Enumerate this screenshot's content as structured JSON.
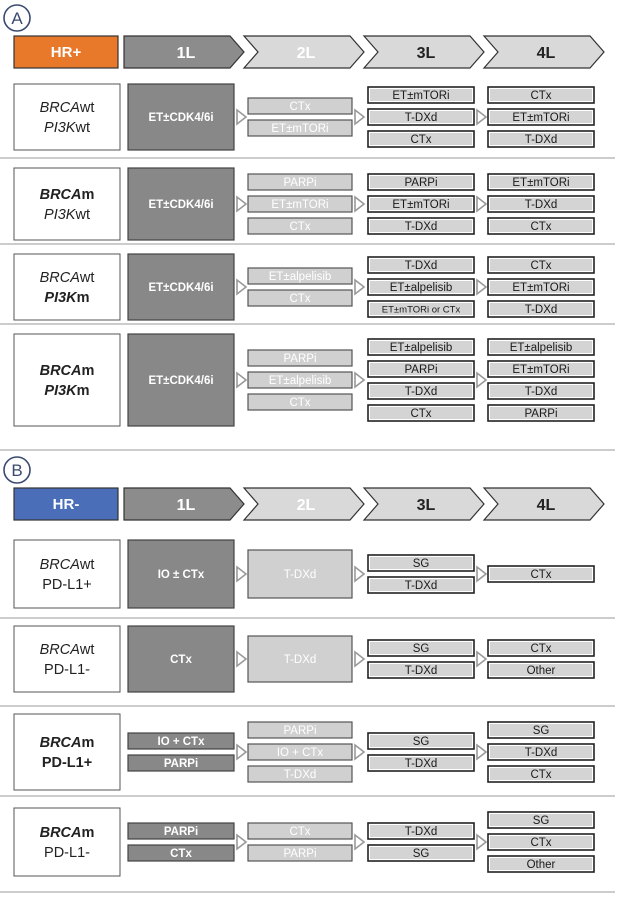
{
  "colors": {
    "hr_pos_header": "#e8782a",
    "hr_neg_header": "#4a6fb8",
    "chevron_1L": "#8c8c8c",
    "chevron_later": "#d9d9d9",
    "box_dark": "#888888",
    "box_mid": "#9a9a9a",
    "box_light": "#d0d0d0",
    "box_light_text": "#ffffff",
    "box_text": "#1a1a1a",
    "divider": "#999999",
    "panel_letter": "#3a4a70"
  },
  "panels": [
    {
      "letter": "A",
      "header": "HR+",
      "lines": [
        "1L",
        "2L",
        "3L",
        "4L"
      ],
      "rows": [
        {
          "label": [
            {
              "text": "BRCA",
              "italic": true,
              "bold": false,
              "suffix": "wt"
            },
            {
              "text": "PI3K",
              "italic": true,
              "bold": false,
              "suffix": "wt"
            }
          ],
          "first_line": [
            {
              "text": "ET±CDK4/6i",
              "style": "dark"
            }
          ],
          "second_line": [
            {
              "text": "CTx",
              "style": "light"
            },
            {
              "text": "ET±mTORi",
              "style": "light"
            }
          ],
          "third_line": [
            {
              "text": "ET±mTORi",
              "style": "grey"
            },
            {
              "text": "T-DXd",
              "style": "grey"
            },
            {
              "text": "CTx",
              "style": "grey"
            }
          ],
          "fourth_line": [
            {
              "text": "CTx",
              "style": "grey"
            },
            {
              "text": "ET±mTORi",
              "style": "grey"
            },
            {
              "text": "T-DXd",
              "style": "grey"
            }
          ]
        },
        {
          "label": [
            {
              "text": "BRCA",
              "italic": true,
              "bold": true,
              "suffix": "m"
            },
            {
              "text": "PI3K",
              "italic": true,
              "bold": false,
              "suffix": "wt"
            }
          ],
          "first_line": [
            {
              "text": "ET±CDK4/6i",
              "style": "dark"
            }
          ],
          "second_line": [
            {
              "text": "PARPi",
              "style": "light"
            },
            {
              "text": "ET±mTORi",
              "style": "light"
            },
            {
              "text": "CTx",
              "style": "light"
            }
          ],
          "third_line": [
            {
              "text": "PARPi",
              "style": "grey"
            },
            {
              "text": "ET±mTORi",
              "style": "grey"
            },
            {
              "text": "T-DXd",
              "style": "grey"
            }
          ],
          "fourth_line": [
            {
              "text": "ET±mTORi",
              "style": "grey"
            },
            {
              "text": "T-DXd",
              "style": "grey"
            },
            {
              "text": "CTx",
              "style": "grey"
            }
          ]
        },
        {
          "label": [
            {
              "text": "BRCA",
              "italic": true,
              "bold": false,
              "suffix": "wt"
            },
            {
              "text": "PI3K",
              "italic": true,
              "bold": true,
              "suffix": "m"
            }
          ],
          "first_line": [
            {
              "text": "ET±CDK4/6i",
              "style": "dark"
            }
          ],
          "second_line": [
            {
              "text": "ET±alpelisib",
              "style": "light"
            },
            {
              "text": "CTx",
              "style": "light"
            }
          ],
          "third_line": [
            {
              "text": "T-DXd",
              "style": "grey"
            },
            {
              "text": "ET±alpelisib",
              "style": "grey"
            },
            {
              "text": "ET±mTORi or CTx",
              "style": "grey"
            }
          ],
          "fourth_line": [
            {
              "text": "CTx",
              "style": "grey"
            },
            {
              "text": "ET±mTORi",
              "style": "grey"
            },
            {
              "text": "T-DXd",
              "style": "grey"
            }
          ]
        },
        {
          "label": [
            {
              "text": "BRCA",
              "italic": true,
              "bold": true,
              "suffix": "m"
            },
            {
              "text": "PI3K",
              "italic": true,
              "bold": true,
              "suffix": "m"
            }
          ],
          "first_line": [
            {
              "text": "ET±CDK4/6i",
              "style": "dark"
            }
          ],
          "second_line": [
            {
              "text": "PARPi",
              "style": "light"
            },
            {
              "text": "ET±alpelisib",
              "style": "light"
            },
            {
              "text": "CTx",
              "style": "light"
            }
          ],
          "third_line": [
            {
              "text": "ET±alpelisib",
              "style": "grey"
            },
            {
              "text": "PARPi",
              "style": "grey"
            },
            {
              "text": "T-DXd",
              "style": "grey"
            },
            {
              "text": "CTx",
              "style": "grey"
            }
          ],
          "fourth_line": [
            {
              "text": "ET±alpelisib",
              "style": "grey"
            },
            {
              "text": "ET±mTORi",
              "style": "grey"
            },
            {
              "text": "T-DXd",
              "style": "grey"
            },
            {
              "text": "PARPi",
              "style": "grey"
            }
          ]
        }
      ]
    },
    {
      "letter": "B",
      "header": "HR-",
      "lines": [
        "1L",
        "2L",
        "3L",
        "4L"
      ],
      "rows": [
        {
          "label": [
            {
              "text": "BRCA",
              "italic": true,
              "bold": false,
              "suffix": "wt"
            },
            {
              "text": "PD-L1+",
              "italic": false,
              "bold": false,
              "suffix": ""
            }
          ],
          "first_line": [
            {
              "text": "IO ± CTx",
              "style": "dark"
            }
          ],
          "second_line": [
            {
              "text": "T-DXd",
              "style": "light"
            }
          ],
          "third_line": [
            {
              "text": "SG",
              "style": "grey"
            },
            {
              "text": "T-DXd",
              "style": "grey"
            }
          ],
          "fourth_line": [
            {
              "text": "CTx",
              "style": "grey"
            }
          ]
        },
        {
          "label": [
            {
              "text": "BRCA",
              "italic": true,
              "bold": false,
              "suffix": "wt"
            },
            {
              "text": "PD-L1-",
              "italic": false,
              "bold": false,
              "suffix": ""
            }
          ],
          "first_line": [
            {
              "text": "CTx",
              "style": "dark"
            }
          ],
          "second_line": [
            {
              "text": "T-DXd",
              "style": "light"
            }
          ],
          "third_line": [
            {
              "text": "SG",
              "style": "grey"
            },
            {
              "text": "T-DXd",
              "style": "grey"
            }
          ],
          "fourth_line": [
            {
              "text": "CTx",
              "style": "grey"
            },
            {
              "text": "Other",
              "style": "grey"
            }
          ]
        },
        {
          "label": [
            {
              "text": "BRCA",
              "italic": true,
              "bold": true,
              "suffix": "m"
            },
            {
              "text": "PD-L1+",
              "italic": false,
              "bold": true,
              "suffix": ""
            }
          ],
          "first_line": [
            {
              "text": "IO + CTx",
              "style": "dark"
            },
            {
              "text": "PARPi",
              "style": "dark"
            }
          ],
          "second_line": [
            {
              "text": "PARPi",
              "style": "light"
            },
            {
              "text": "IO + CTx",
              "style": "light"
            },
            {
              "text": "T-DXd",
              "style": "light"
            }
          ],
          "third_line": [
            {
              "text": "SG",
              "style": "grey"
            },
            {
              "text": "T-DXd",
              "style": "grey"
            }
          ],
          "fourth_line": [
            {
              "text": "SG",
              "style": "grey"
            },
            {
              "text": "T-DXd",
              "style": "grey"
            },
            {
              "text": "CTx",
              "style": "grey"
            }
          ]
        },
        {
          "label": [
            {
              "text": "BRCA",
              "italic": true,
              "bold": true,
              "suffix": "m"
            },
            {
              "text": "PD-L1-",
              "italic": false,
              "bold": false,
              "suffix": ""
            }
          ],
          "first_line": [
            {
              "text": "PARPi",
              "style": "dark"
            },
            {
              "text": "CTx",
              "style": "dark"
            }
          ],
          "second_line": [
            {
              "text": "CTx",
              "style": "light"
            },
            {
              "text": "PARPi",
              "style": "light"
            }
          ],
          "third_line": [
            {
              "text": "T-DXd",
              "style": "grey"
            },
            {
              "text": "SG",
              "style": "grey"
            }
          ],
          "fourth_line": [
            {
              "text": "SG",
              "style": "grey"
            },
            {
              "text": "CTx",
              "style": "grey"
            },
            {
              "text": "Other",
              "style": "grey"
            }
          ]
        }
      ]
    }
  ]
}
